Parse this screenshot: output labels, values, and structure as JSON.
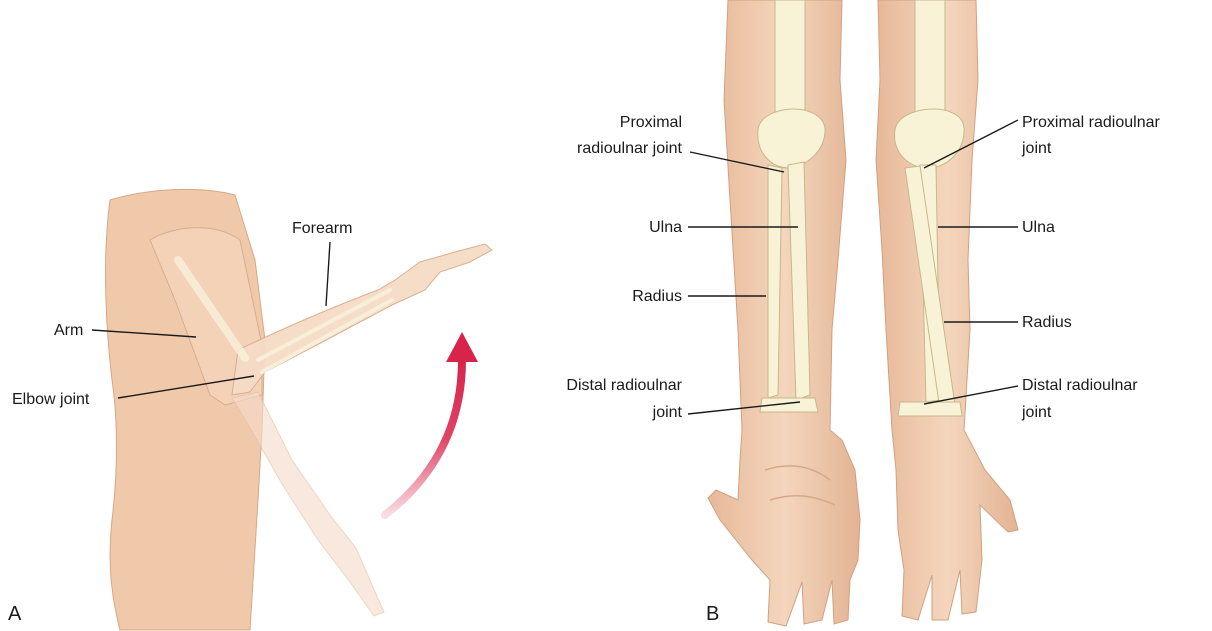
{
  "panel_a": {
    "letter": "A",
    "labels": {
      "arm": "Arm",
      "forearm": "Forearm",
      "elbow_joint": "Elbow joint"
    }
  },
  "panel_b": {
    "letter": "B",
    "left": {
      "proximal_line1": "Proximal",
      "proximal_line2": "radioulnar joint",
      "ulna": "Ulna",
      "radius": "Radius",
      "distal_line1": "Distal radioulnar",
      "distal_line2": "joint"
    },
    "right": {
      "proximal_line1": "Proximal radioulnar",
      "proximal_line2": "joint",
      "ulna": "Ulna",
      "radius": "Radius",
      "distal_line1": "Distal radioulnar",
      "distal_line2": "joint"
    }
  },
  "colors": {
    "skin": "#f2cfb3",
    "skin_shadow": "#d9a98a",
    "bone": "#f8f2d7",
    "bone_outline": "#c8b88a",
    "arrow": "#d8234a",
    "leader": "#1a1a1a"
  }
}
